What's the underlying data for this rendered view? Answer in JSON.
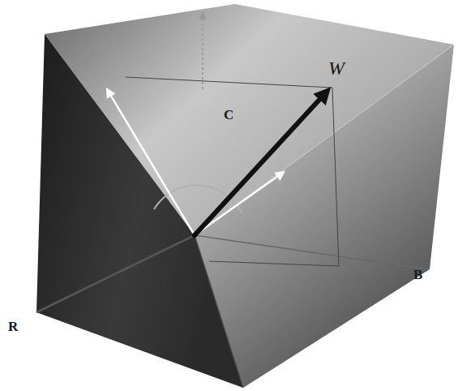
{
  "diagram": {
    "labels": [
      "C",
      "W",
      "R",
      "B"
    ]
  }
}
